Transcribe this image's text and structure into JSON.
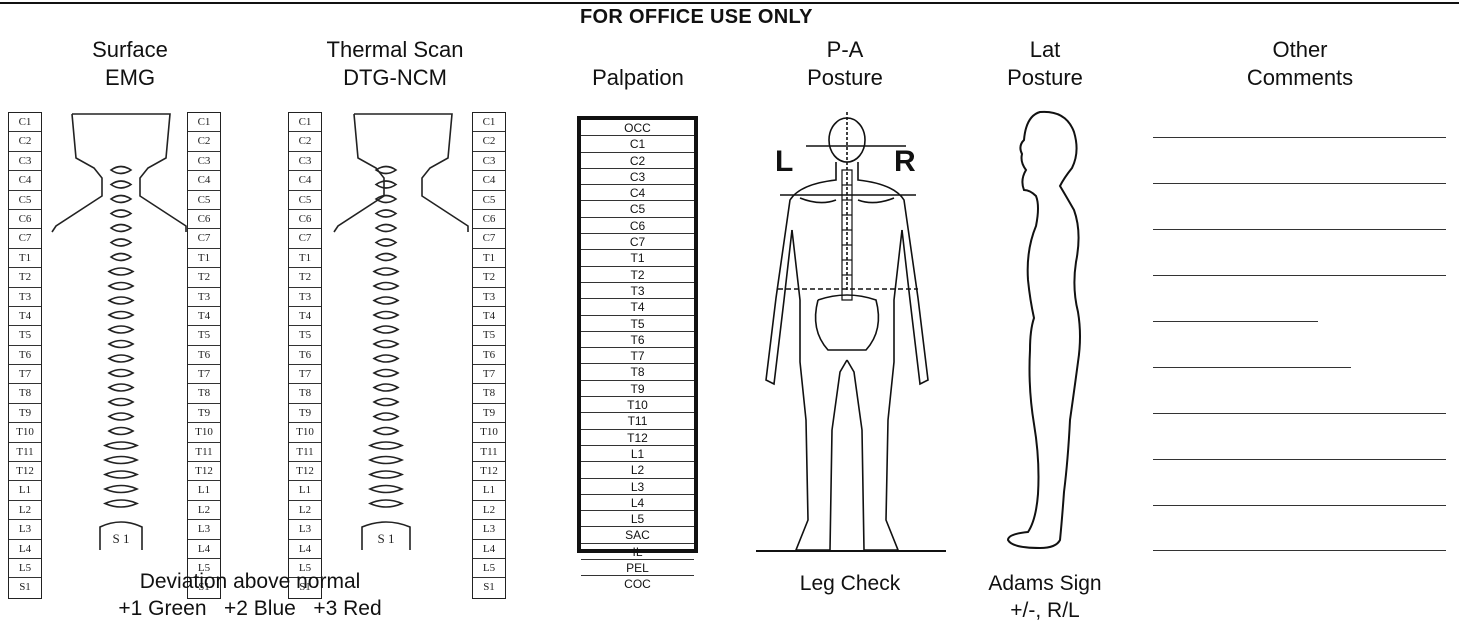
{
  "header": {
    "office_use": "FOR OFFICE USE ONLY",
    "surface_emg": [
      "Surface",
      "EMG"
    ],
    "thermal_scan": [
      "Thermal Scan",
      "DTG-NCM"
    ],
    "palpation": "Palpation",
    "pa_posture": [
      "P-A",
      "Posture"
    ],
    "lat_posture": [
      "Lat",
      "Posture"
    ],
    "other_comments": [
      "Other",
      "Comments"
    ]
  },
  "vertebra_labels": [
    "C1",
    "C2",
    "C3",
    "C4",
    "C5",
    "C6",
    "C7",
    "T1",
    "T2",
    "T3",
    "T4",
    "T5",
    "T6",
    "T7",
    "T8",
    "T9",
    "T10",
    "T11",
    "T12",
    "L1",
    "L2",
    "L3",
    "L4",
    "L5",
    "S1"
  ],
  "spine_base_label": "S 1",
  "palpation_labels": [
    "OCC",
    "C1",
    "C2",
    "C3",
    "C4",
    "C5",
    "C6",
    "C7",
    "T1",
    "T2",
    "T3",
    "T4",
    "T5",
    "T6",
    "T7",
    "T8",
    "T9",
    "T10",
    "T11",
    "T12",
    "L1",
    "L2",
    "L3",
    "L4",
    "L5",
    "SAC",
    "IL",
    "PEL",
    "COC"
  ],
  "pa_marks": {
    "left": "L",
    "right": "R"
  },
  "footer": {
    "deviation_line1": "Deviation above normal",
    "deviation_line2": "+1 Green   +2 Blue   +3 Red",
    "leg_check": "Leg Check",
    "adams_line1": "Adams Sign",
    "adams_line2": "+/-, R/L"
  }
}
